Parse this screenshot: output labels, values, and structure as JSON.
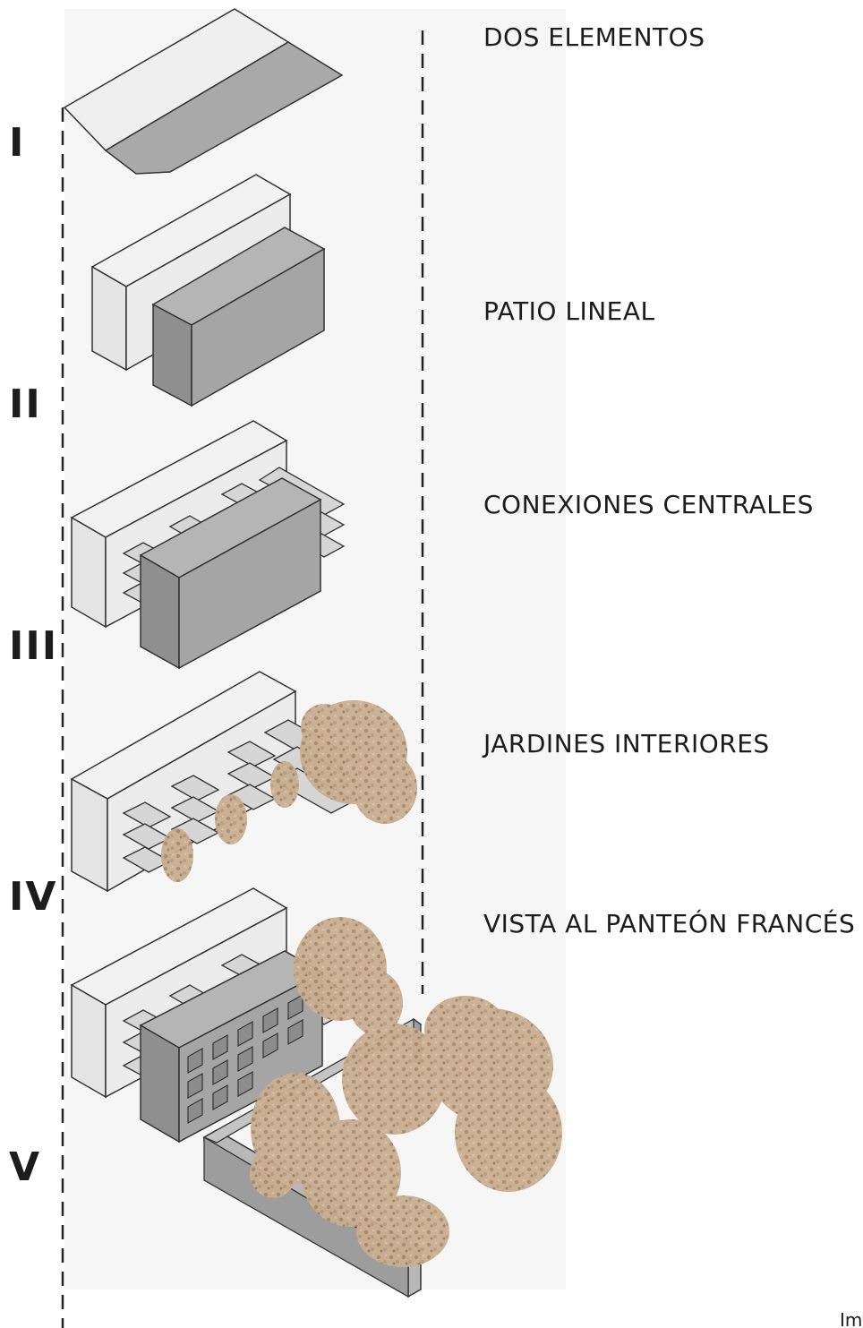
{
  "steps": [
    {
      "numeral": "I",
      "label": "DOS ELEMENTOS"
    },
    {
      "numeral": "II",
      "label": "PATIO LINEAL"
    },
    {
      "numeral": "III",
      "label": "CONEXIONES CENTRALES"
    },
    {
      "numeral": "IV",
      "label": "JARDINES INTERIORES"
    },
    {
      "numeral": "V",
      "label": "VISTA AL PANTEÓN FRANCÉS"
    }
  ],
  "credit": "Im",
  "colors": {
    "light_volume": "#efefef",
    "dark_volume": "#a9a9a9",
    "dark_volume_side": "#8f8f8f",
    "panel_backdrop": "#f5f5f5",
    "foliage": "#c4a98c",
    "foliage_dark": "#a88a6b",
    "stroke": "#2a2a2a",
    "text": "#1c1c1c"
  }
}
